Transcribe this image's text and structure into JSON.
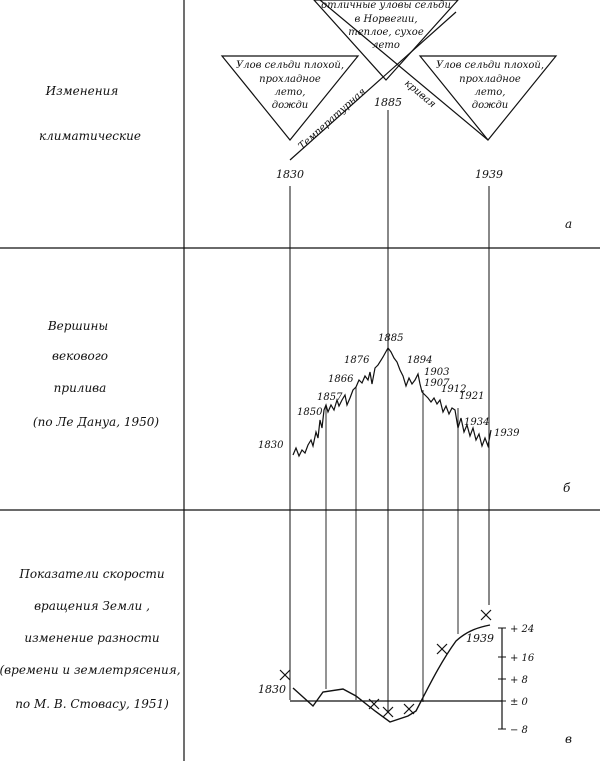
{
  "panel_a": {
    "label_lines": [
      "Изменения",
      "климатические"
    ],
    "letter": "а",
    "left_triangle_lines": [
      "Улов сельди плохой,",
      "прохладное",
      "лето,",
      "дожди"
    ],
    "top_triangle_lines": [
      "отличные уловы сельди",
      "в Норвегии,",
      "теплое, сухое",
      "лето"
    ],
    "right_triangle_lines": [
      "Улов сельди плохой,",
      "прохладное",
      "лето,",
      "дожди"
    ],
    "curve_label_left": "Температурная",
    "curve_label_right": "кривая",
    "years": {
      "left": "1830",
      "center": "1885",
      "right": "1939"
    }
  },
  "panel_b": {
    "label_lines": [
      "Вершины",
      "векового",
      "прилива",
      "(по   Ле Дануа, 1950)"
    ],
    "letter": "б",
    "peak_years": [
      "1830",
      "1850",
      "1857",
      "1866",
      "1876",
      "1885",
      "1894",
      "1903",
      "1907",
      "1912",
      "1921",
      "1934",
      "1939"
    ]
  },
  "panel_c": {
    "label_lines": [
      "Показатели скорости",
      "вращения  Земли ,",
      "изменение  разности",
      "(времени и землетрясения,",
      "по М. В. Стовасу, 1951)"
    ],
    "letter": "в",
    "years": [
      "1830",
      "1939"
    ],
    "scale_ticks": [
      "+ 24",
      "+ 16",
      "+ 8",
      "± 0",
      "− 8"
    ]
  }
}
